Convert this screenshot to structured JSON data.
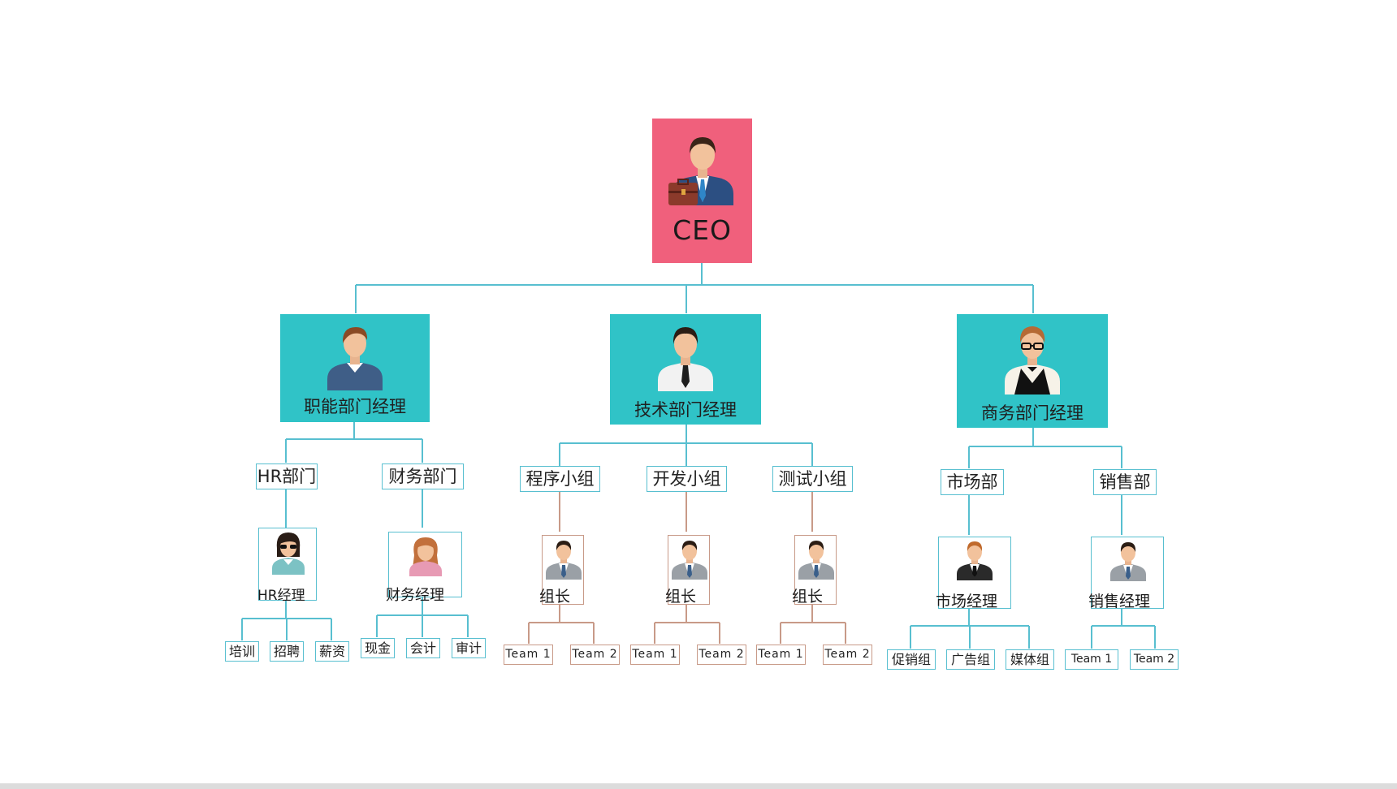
{
  "ceo": {
    "label": "CEO"
  },
  "managers": [
    {
      "title": "职能部门经理",
      "departments": [
        {
          "name": "HR部门",
          "lead": "HR经理",
          "units": [
            "培训",
            "招聘",
            "薪资"
          ]
        },
        {
          "name": "财务部门",
          "lead": "财务经理",
          "units": [
            "现金",
            "会计",
            "审计"
          ]
        }
      ]
    },
    {
      "title": "技术部门经理",
      "departments": [
        {
          "name": "程序小组",
          "lead": "组长",
          "units": [
            "Team 1",
            "Team 2"
          ]
        },
        {
          "name": "开发小组",
          "lead": "组长",
          "units": [
            "Team 1",
            "Team 2"
          ]
        },
        {
          "name": "测试小组",
          "lead": "组长",
          "units": [
            "Team 1",
            "Team 2"
          ]
        }
      ]
    },
    {
      "title": "商务部门经理",
      "departments": [
        {
          "name": "市场部",
          "lead": "市场经理",
          "units": [
            "促销组",
            "广告组",
            "媒体组"
          ]
        },
        {
          "name": "销售部",
          "lead": "销售经理",
          "units": [
            "Team 1",
            "Team 2"
          ]
        }
      ]
    }
  ],
  "colors": {
    "ceo_bg": "#f0607c",
    "manager_bg": "#30c3c7",
    "connector_teal": "#58bfd0",
    "connector_brown": "#c89a88"
  },
  "icons": {
    "ceo": "businessman-with-briefcase-icon",
    "functional_manager": "man-in-sweater-icon",
    "tech_manager": "man-in-white-shirt-tie-icon",
    "business_manager": "man-with-glasses-vest-icon",
    "hr_manager": "woman-with-sunglasses-icon",
    "finance_manager": "woman-long-hair-icon",
    "team_leader": "man-in-grey-suit-icon"
  }
}
